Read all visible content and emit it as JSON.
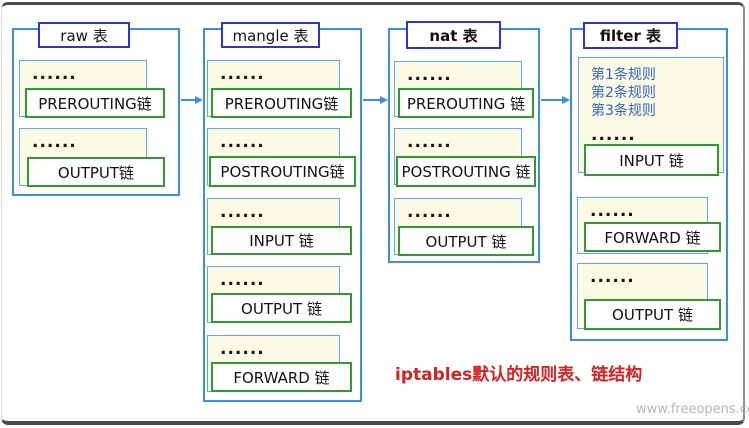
{
  "dots": "......",
  "caption": "iptables默认的规则表、链结构",
  "watermark": "www.freeopens.com",
  "colors": {
    "title_border": "#3232cc",
    "container_border": "#3e8ede",
    "cream_fill": "#fbfae5",
    "cream_border": "#62a8e8",
    "chain_border": "#339933",
    "rules_text": "#3565c0",
    "caption_red": "#d42222",
    "watermark_gray": "#b5b5b5"
  },
  "tables": [
    {
      "title": "raw 表",
      "chains": [
        "PREROUTING链",
        "OUTPUT链"
      ]
    },
    {
      "title": "mangle 表",
      "chains": [
        "PREROUTING链",
        "POSTROUTING链",
        "INPUT 链",
        "OUTPUT 链",
        "FORWARD 链"
      ]
    },
    {
      "title": "nat 表",
      "chains": [
        "PREROUTING 链",
        "POSTROUTING 链",
        "OUTPUT 链"
      ]
    },
    {
      "title": "filter 表",
      "rules": [
        "第1条规则",
        "第2条规则",
        "第3条规则"
      ],
      "chains": [
        "INPUT 链",
        "FORWARD 链",
        "OUTPUT 链"
      ]
    }
  ]
}
